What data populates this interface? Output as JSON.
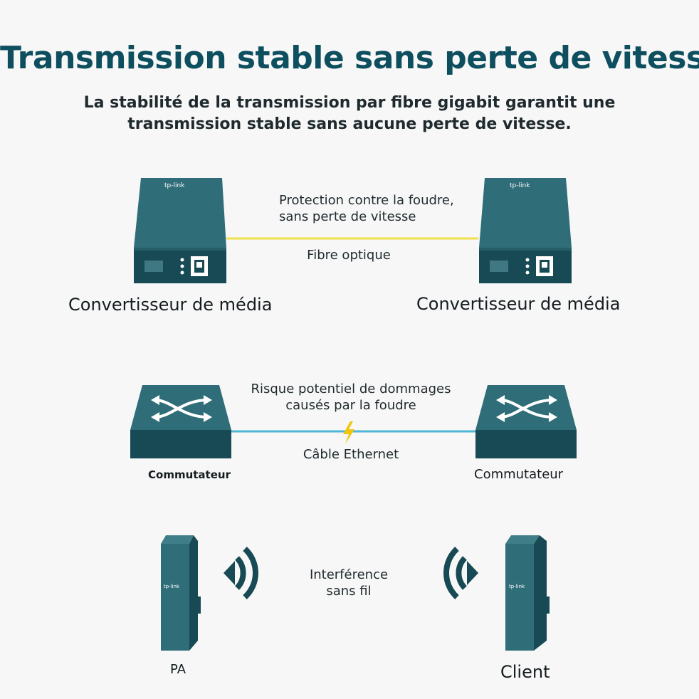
{
  "header": {
    "title": "Transmission stable sans perte de vitesse",
    "subtitle_line1": "La stabilité de la transmission par fibre gigabit garantit une",
    "subtitle_line2": "transmission stable sans aucune perte de vitesse."
  },
  "fiber_section": {
    "device_brand": "tp-link",
    "note_line1": "Protection contre la foudre,",
    "note_line2": "sans perte de vitesse",
    "link_label": "Fibre optique",
    "left_device": "Convertisseur de média",
    "right_device": "Convertisseur de média",
    "link_color": "#f2e04a",
    "device_color": "#2f6d78",
    "device_dark_color": "#184a55"
  },
  "ethernet_section": {
    "note_line1": "Risque potentiel de dommages",
    "note_line2": "causés par la foudre",
    "link_label": "Câble Ethernet",
    "left_device": "Commutateur",
    "right_device": "Commutateur",
    "link_color": "#4fb6d6",
    "lightning_color": "#f2c40c"
  },
  "wireless_section": {
    "note_line1": "Interférence",
    "note_line2": "sans fil",
    "left_device": "PA",
    "right_device": "Client",
    "device_brand": "tp-link"
  }
}
